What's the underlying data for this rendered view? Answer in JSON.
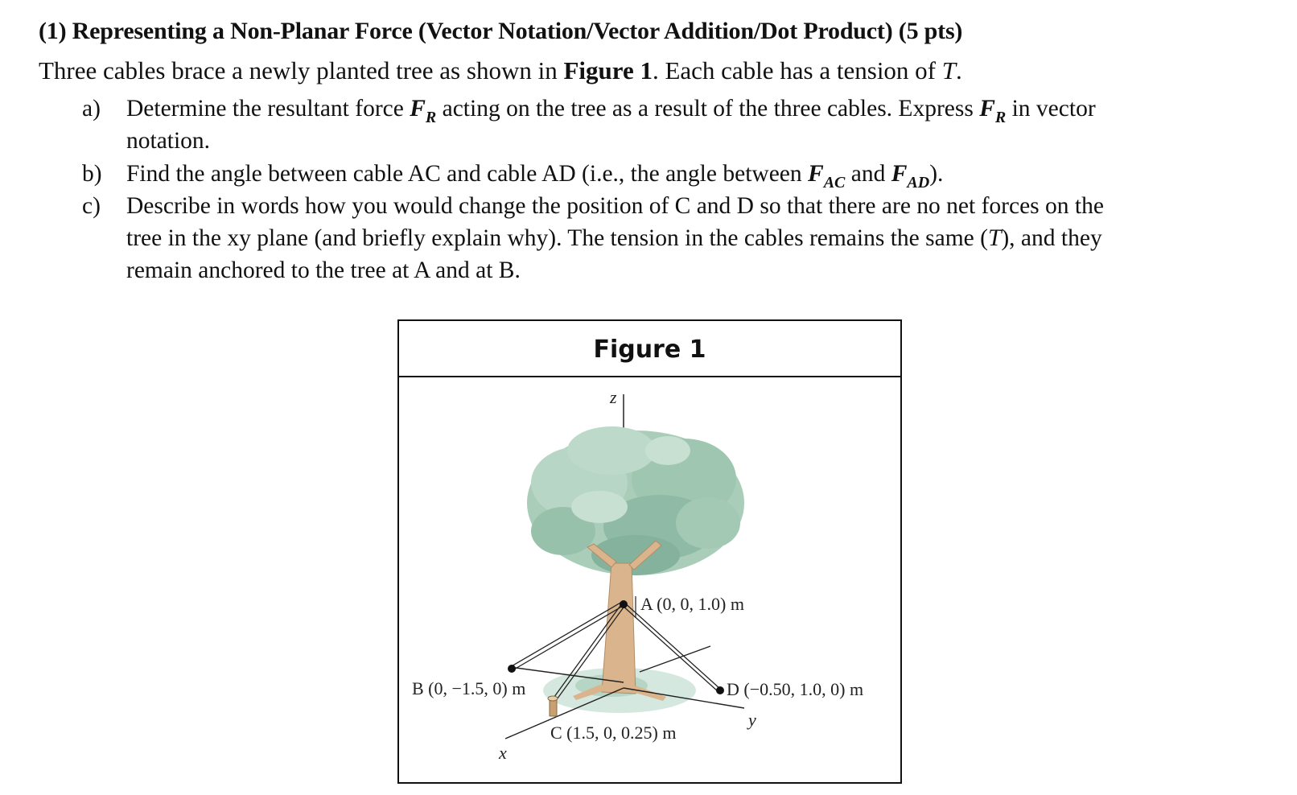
{
  "problem": {
    "title": "(1) Representing a Non-Planar Force (Vector Notation/Vector Addition/Dot Product) (5 pts)",
    "intro_before": "Three cables brace a newly planted tree as shown in ",
    "intro_figure_ref": "Figure 1",
    "intro_middle": ".  Each cable has a tension of ",
    "intro_var": "T",
    "intro_end": "."
  },
  "parts": {
    "a": {
      "marker": "a)",
      "t1": "Determine the resultant force ",
      "v1": "F",
      "s1": "R",
      "t2": " acting on the tree as a result of the three cables.  Express ",
      "v2": "F",
      "s2": "R",
      "t3": " in vector",
      "line2": "notation."
    },
    "b": {
      "marker": "b)",
      "t1": "Find the angle between cable AC and cable AD (i.e., the angle between ",
      "v1": "F",
      "s1": "AC",
      "t2": " and ",
      "v2": "F",
      "s2": "AD",
      "t3": ")."
    },
    "c": {
      "marker": "c)",
      "line1": "Describe in words how you would change the position of C and D so that there are no net forces on the",
      "line2a": "tree in the xy plane (and briefly explain why). The tension in the cables remains the same (",
      "line2var": "T",
      "line2b": "), and they",
      "line3": "remain anchored to the tree at A and at B."
    }
  },
  "figure": {
    "caption": "Figure 1",
    "axis_z": "z",
    "axis_x": "x",
    "axis_y": "y",
    "point_a": "A (0, 0, 1.0) m",
    "point_b": "B (0, −1.5, 0) m",
    "point_c": "C (1.5, 0, 0.25) m",
    "point_d": "D (−0.50, 1.0, 0) m"
  },
  "colors": {
    "foliage": "#a9cdb9",
    "foliage_dark": "#7fae99",
    "trunk": "#d9b48c",
    "ground": "#cfe6dc"
  }
}
